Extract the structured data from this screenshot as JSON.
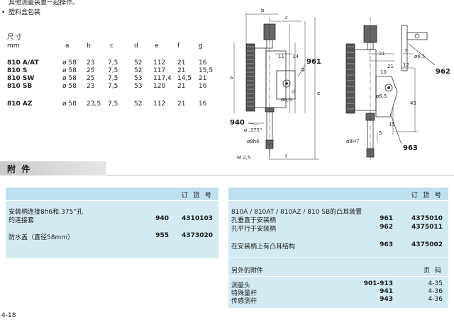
{
  "intro": {
    "line1": "其他测量装置一起操作。",
    "line2_bullet": "•",
    "line2": "塑料盒包装"
  },
  "dimensions": {
    "header_cn": "尺 寸",
    "header_unit": "mm",
    "columns": [
      "a",
      "b",
      "c",
      "d",
      "e",
      "f",
      "g"
    ],
    "rows": [
      {
        "model": "810 A/AT",
        "a": "ø 58",
        "b": "23",
        "c": "7,5",
        "d": "52",
        "e": "112",
        "f": "21",
        "g": "16"
      },
      {
        "model": "810 S",
        "a": "ø 58",
        "b": "25",
        "c": "7,5",
        "d": "52",
        "e": "117",
        "f": "21",
        "g": "15,5"
      },
      {
        "model": "810 SW",
        "a": "ø 58",
        "b": "25",
        "c": "7,5",
        "d": "53",
        "e": "117,4",
        "f": "14,5",
        "g": "21"
      },
      {
        "model": "810 SB",
        "a": "ø 58",
        "b": "23",
        "c": "7,5",
        "d": "53",
        "e": "120",
        "f": "21",
        "g": "16"
      },
      {
        "model": "810 AZ",
        "a": "ø 58",
        "b": "23,5",
        "c": "7,5",
        "d": "52",
        "e": "112",
        "f": "21",
        "g": "16"
      }
    ]
  },
  "drawing": {
    "labels": {
      "b": "b",
      "c": "c",
      "d": "d",
      "g": "g",
      "e": "e",
      "f": "f",
      "a": "a",
      "d11": "11",
      "d14": "14",
      "d21a": "21",
      "d21b": "21",
      "d7": "7",
      "d10": "10",
      "d12": "12",
      "d45": "45",
      "d15": "15",
      "d5": "5",
      "phi65a": "ø6,5",
      "phi65b": "ø6,5",
      "phi8h6a": "ø8h6",
      "phi8h6b": "ø8H7",
      "phi375": "ø .375\"",
      "m25": "M 2,5",
      "p961": "961",
      "p962": "962",
      "p940": "940",
      "p963": "963"
    }
  },
  "section_title": "附 件",
  "left_panel": {
    "header": "订 货 号",
    "rows": [
      {
        "desc1": "安装柄连接8h6和.375”孔",
        "desc2": "的连接套",
        "code": "940",
        "order": "4310103"
      },
      {
        "desc1": "防水盖（直径58mm）",
        "desc2": "",
        "code": "955",
        "order": "4373020"
      }
    ]
  },
  "right_panel": {
    "header": "订 货 号",
    "group_title": "810A / 810AT / 810AZ / 810 SB的凸耳装置",
    "rows": [
      {
        "desc": "孔垂直于安装柄",
        "code": "961",
        "order": "4375010"
      },
      {
        "desc": "孔平行于安装柄",
        "code": "962",
        "order": "4375011"
      },
      {
        "desc": "在安装柄上有凸耳结构",
        "code": "963",
        "order": "4375002"
      }
    ],
    "extra_header_left": "另外的附件",
    "extra_header_right": "页 码",
    "extra_rows": [
      {
        "desc": "测量头",
        "code": "901-913",
        "page": "4-35"
      },
      {
        "desc": "特殊量杆",
        "code": "941",
        "page": "4-36"
      },
      {
        "desc": "传感测杆",
        "code": "943",
        "page": "4-36"
      }
    ]
  },
  "page_number": "4-18"
}
